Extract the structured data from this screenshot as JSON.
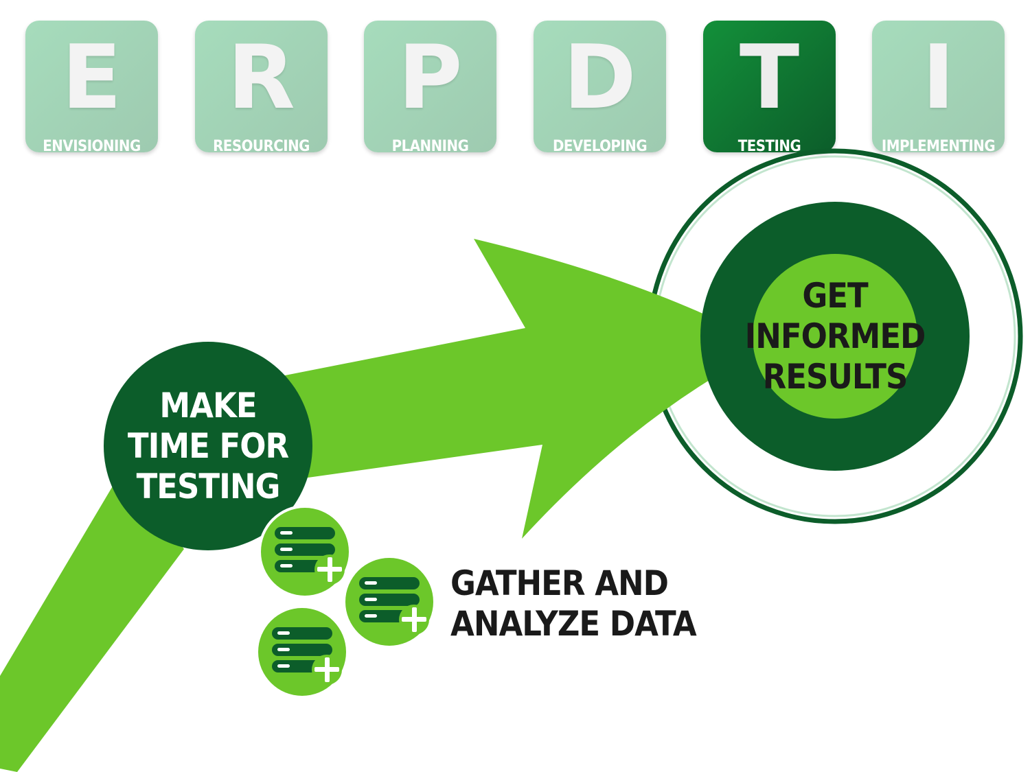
{
  "stages": [
    {
      "letter": "E",
      "label": "ENVISIONING",
      "active": false
    },
    {
      "letter": "R",
      "label": "RESOURCING",
      "active": false
    },
    {
      "letter": "P",
      "label": "PLANNING",
      "active": false
    },
    {
      "letter": "D",
      "label": "DEVELOPING",
      "active": false
    },
    {
      "letter": "T",
      "label": "TESTING",
      "active": true
    },
    {
      "letter": "I",
      "label": "IMPLEMENTING",
      "active": false
    }
  ],
  "start_node": {
    "lines": [
      "MAKE",
      "TIME FOR",
      "TESTING"
    ]
  },
  "target_node": {
    "lines": [
      "GET",
      "INFORMED",
      "RESULTS"
    ]
  },
  "data_step": {
    "lines": [
      "GATHER AND",
      "ANALYZE DATA"
    ],
    "icon": "database-plus-icon"
  },
  "colors": {
    "arrow": "#6cc72a",
    "dark_green": "#0c5d2a",
    "tile_inactive": "#a6dcbc",
    "tile_active": "#0f7a33",
    "text_dark": "#1a1a1a",
    "text_light": "#ffffff"
  }
}
